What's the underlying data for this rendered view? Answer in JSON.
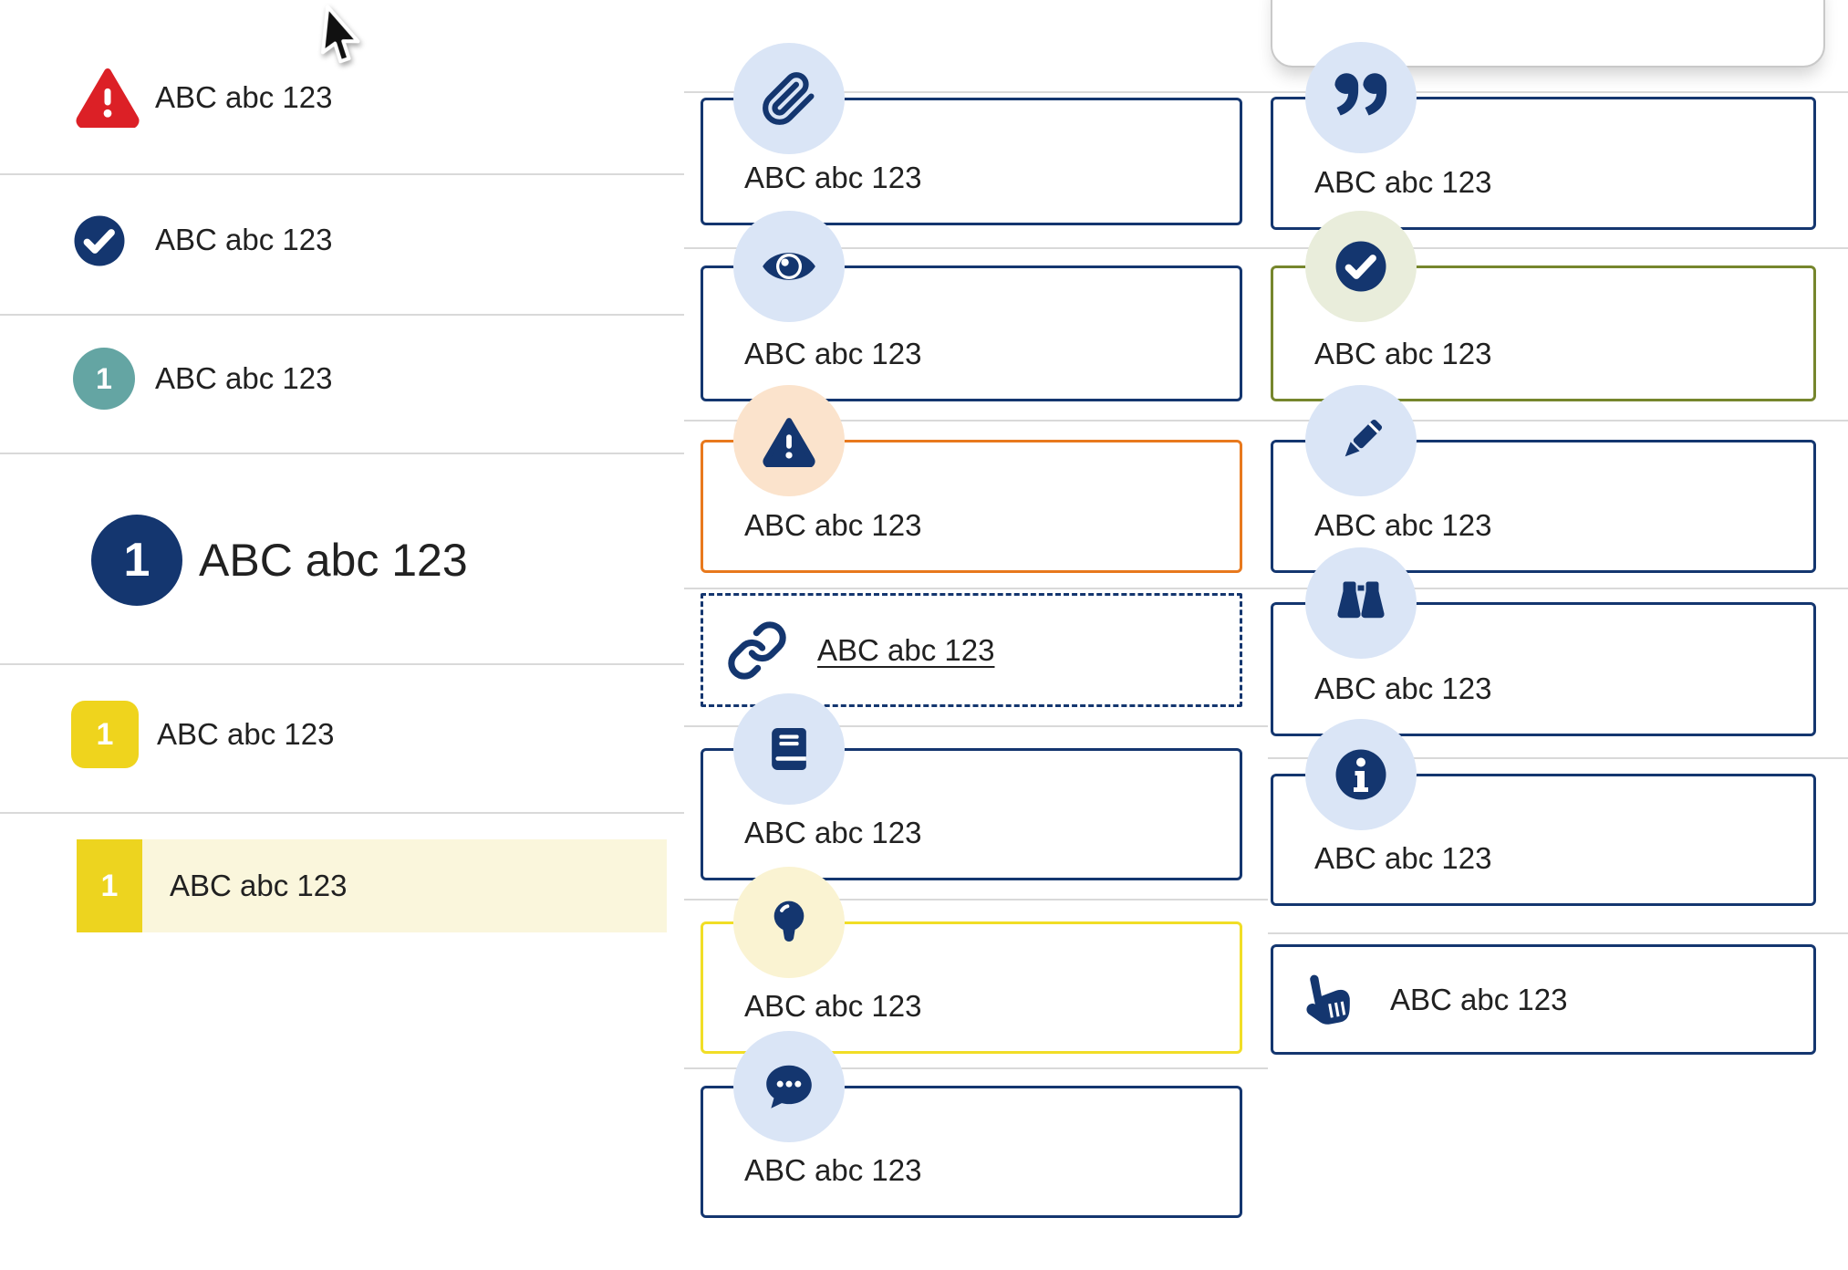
{
  "labels": {
    "sample": "ABC abc 123"
  },
  "colors": {
    "navy": "#14366f",
    "red": "#dc2026",
    "teal": "#64a5a3",
    "yellow_badge": "#efd41d",
    "yellow_row_bg": "#faf6dc",
    "yellow_border": "#f1de26",
    "orange_border": "#e8791d",
    "olive_border": "#76862d",
    "icon_circle_blue": "#dae5f6",
    "icon_circle_peach": "#fbe3cc",
    "icon_circle_sage": "#e9eddb",
    "icon_circle_cream": "#faf3d2",
    "divider_gray": "#d9d9d9",
    "card_border_gray": "#c9c9c9",
    "text": "#212121"
  },
  "left_list": [
    {
      "id": "alert",
      "icon": "warning-triangle",
      "label": "ABC abc 123"
    },
    {
      "id": "done",
      "icon": "check-circle",
      "label": "ABC abc 123"
    },
    {
      "id": "step-teal",
      "icon": "number-circle",
      "badge": "1",
      "label": "ABC abc 123"
    },
    {
      "id": "step-large",
      "icon": "number-circle",
      "badge": "1",
      "label": "ABC abc 123"
    },
    {
      "id": "step-yellow",
      "icon": "number-square",
      "badge": "1",
      "label": "ABC abc 123"
    },
    {
      "id": "step-yellow-selected",
      "icon": "number-square",
      "badge": "1",
      "label": "ABC abc 123"
    }
  ],
  "callouts_middle": [
    {
      "icon": "paperclip",
      "style": "navy",
      "label": "ABC abc 123"
    },
    {
      "icon": "eye",
      "style": "navy",
      "label": "ABC abc 123"
    },
    {
      "icon": "warning",
      "style": "orange",
      "label": "ABC abc 123"
    },
    {
      "icon": "link",
      "style": "dashed",
      "label": "ABC abc 123"
    },
    {
      "icon": "book",
      "style": "navy",
      "label": "ABC abc 123"
    },
    {
      "icon": "lightbulb",
      "style": "yellow",
      "label": "ABC abc 123"
    },
    {
      "icon": "chat",
      "style": "navy",
      "label": "ABC abc 123"
    }
  ],
  "callouts_right": [
    {
      "icon": "quote",
      "style": "navy",
      "label": "ABC abc 123"
    },
    {
      "icon": "check-circle",
      "style": "olive",
      "label": "ABC abc 123"
    },
    {
      "icon": "pencil",
      "style": "navy",
      "label": "ABC abc 123"
    },
    {
      "icon": "binoculars",
      "style": "navy",
      "label": "ABC abc 123"
    },
    {
      "icon": "info",
      "style": "navy",
      "label": "ABC abc 123"
    },
    {
      "icon": "hand-pointer",
      "style": "navy",
      "label": "ABC abc 123"
    }
  ]
}
